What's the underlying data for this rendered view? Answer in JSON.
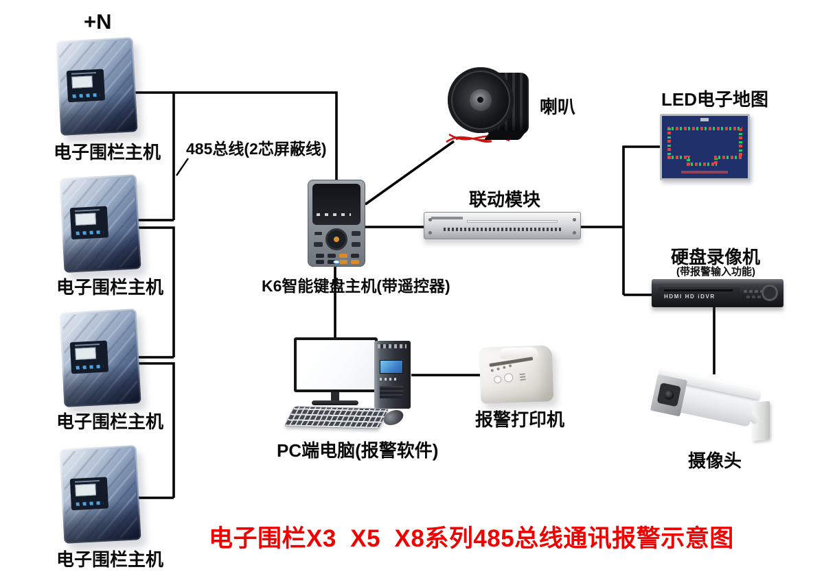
{
  "page": {
    "caption": "电子围栏X3  X5  X8系列485总线通讯报警示意图",
    "caption_color": "#f10000",
    "expansion_hint": "+N",
    "bus_label": "485总线(2芯屏蔽线)"
  },
  "devices": {
    "fence_host": {
      "label": "电子围栏主机",
      "count": 4
    },
    "keypad": {
      "label": "K6智能键盘主机(带遥控器)"
    },
    "speaker": {
      "label": "喇叭"
    },
    "linkage_module": {
      "label": "联动模块"
    },
    "led_map": {
      "label": "LED电子地图"
    },
    "dvr": {
      "label": "硬盘录像机",
      "sublabel": "(带报警输入功能)",
      "front_text": "HDMI HD iDVR"
    },
    "pc": {
      "label": "PC端电脑(报警软件)"
    },
    "printer": {
      "label": "报警打印机"
    },
    "camera": {
      "label": "摄像头"
    }
  },
  "colors": {
    "wire": "#000000",
    "speaker_wire": "#cc1414",
    "host_body_dark": "#232e4c",
    "led_map_bg": "#20306a",
    "led_red": "#e04545",
    "led_green": "#2bc46a"
  }
}
